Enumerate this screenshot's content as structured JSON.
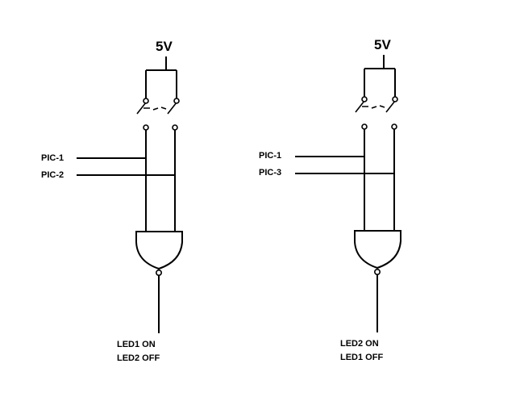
{
  "circuits": [
    {
      "supply_label": "5V",
      "inputs": [
        "PIC-1",
        "PIC-2"
      ],
      "outputs": [
        "LED1 ON",
        "LED2 OFF"
      ]
    },
    {
      "supply_label": "5V",
      "inputs": [
        "PIC-1",
        "PIC-3"
      ],
      "outputs": [
        "LED2 ON",
        "LED1 OFF"
      ]
    }
  ]
}
